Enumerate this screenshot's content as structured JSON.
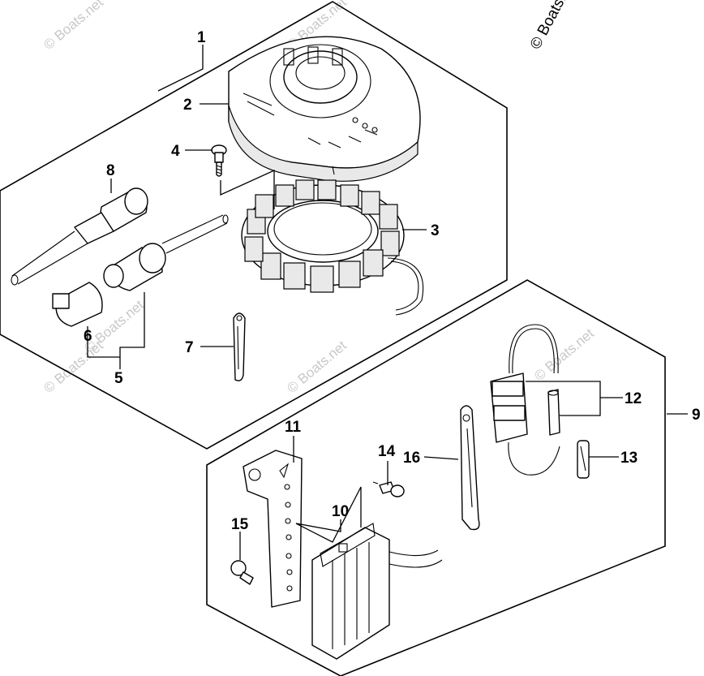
{
  "copyright": "© Boats.net",
  "watermarks": [
    "© Boats.net",
    "© Boats.net",
    "© Boats.net",
    "© Boats.net",
    "© Boats.net",
    "© Boats.net"
  ],
  "callouts": {
    "c1": "1",
    "c2": "2",
    "c3": "3",
    "c4": "4",
    "c5": "5",
    "c6": "6",
    "c7": "7",
    "c8": "8",
    "c9": "9",
    "c10": "10",
    "c11": "11",
    "c12": "12",
    "c13": "13",
    "c14": "14",
    "c15": "15",
    "c16": "16"
  }
}
